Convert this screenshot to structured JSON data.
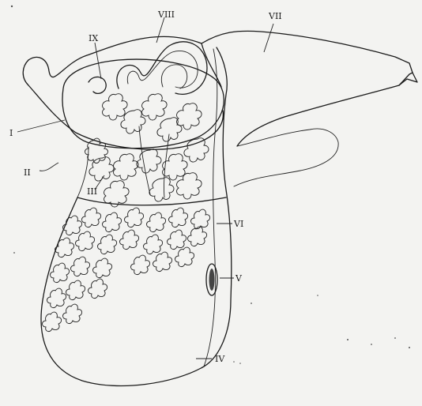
{
  "labels": {
    "i": "I",
    "ii": "II",
    "iii": "III",
    "iv": "IV",
    "v": "V",
    "vi": "VI",
    "vii": "VII",
    "viii": "VIII",
    "ix": "IX"
  }
}
